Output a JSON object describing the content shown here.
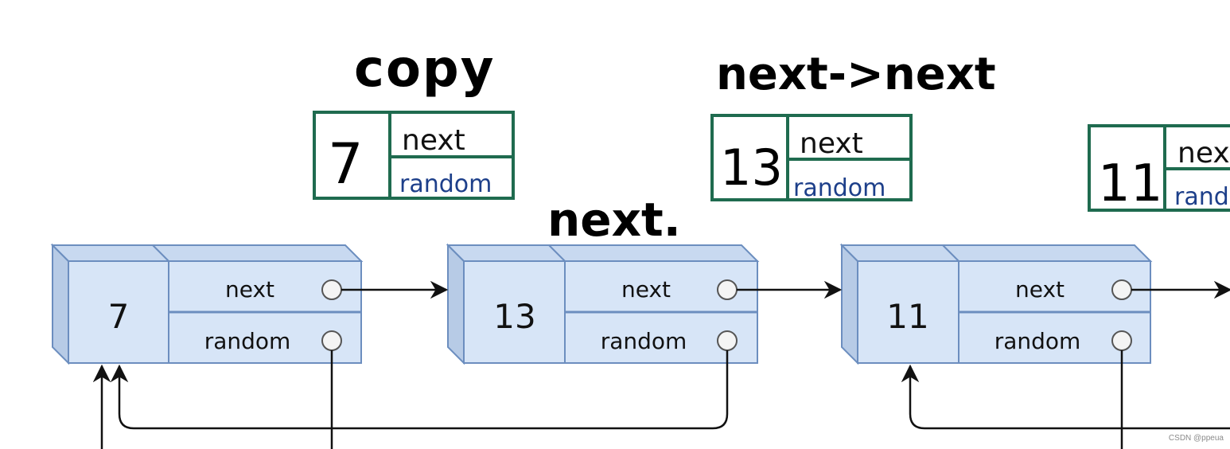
{
  "annotations": {
    "copy": "copy",
    "next_dot": "next.",
    "next_next": "next->next"
  },
  "nodes": [
    {
      "value": "7",
      "next_label": "next",
      "random_label": "random"
    },
    {
      "value": "13",
      "next_label": "next",
      "random_label": "random"
    },
    {
      "value": "11",
      "next_label": "next",
      "random_label": "random"
    }
  ],
  "copies": [
    {
      "value": "7",
      "next_label": "next",
      "random_label": "random"
    },
    {
      "value": "13",
      "next_label": "next",
      "random_label": "random"
    },
    {
      "value": "11",
      "next_label": "next",
      "random_label": "random"
    }
  ],
  "watermark": "CSDN @ppeua",
  "colors": {
    "node_fill": "#d7e5f7",
    "node_side": "#b7cbe6",
    "node_stroke": "#6c8ebf",
    "copy_border": "#1f6b4f",
    "random_text": "#1d3f8a"
  }
}
